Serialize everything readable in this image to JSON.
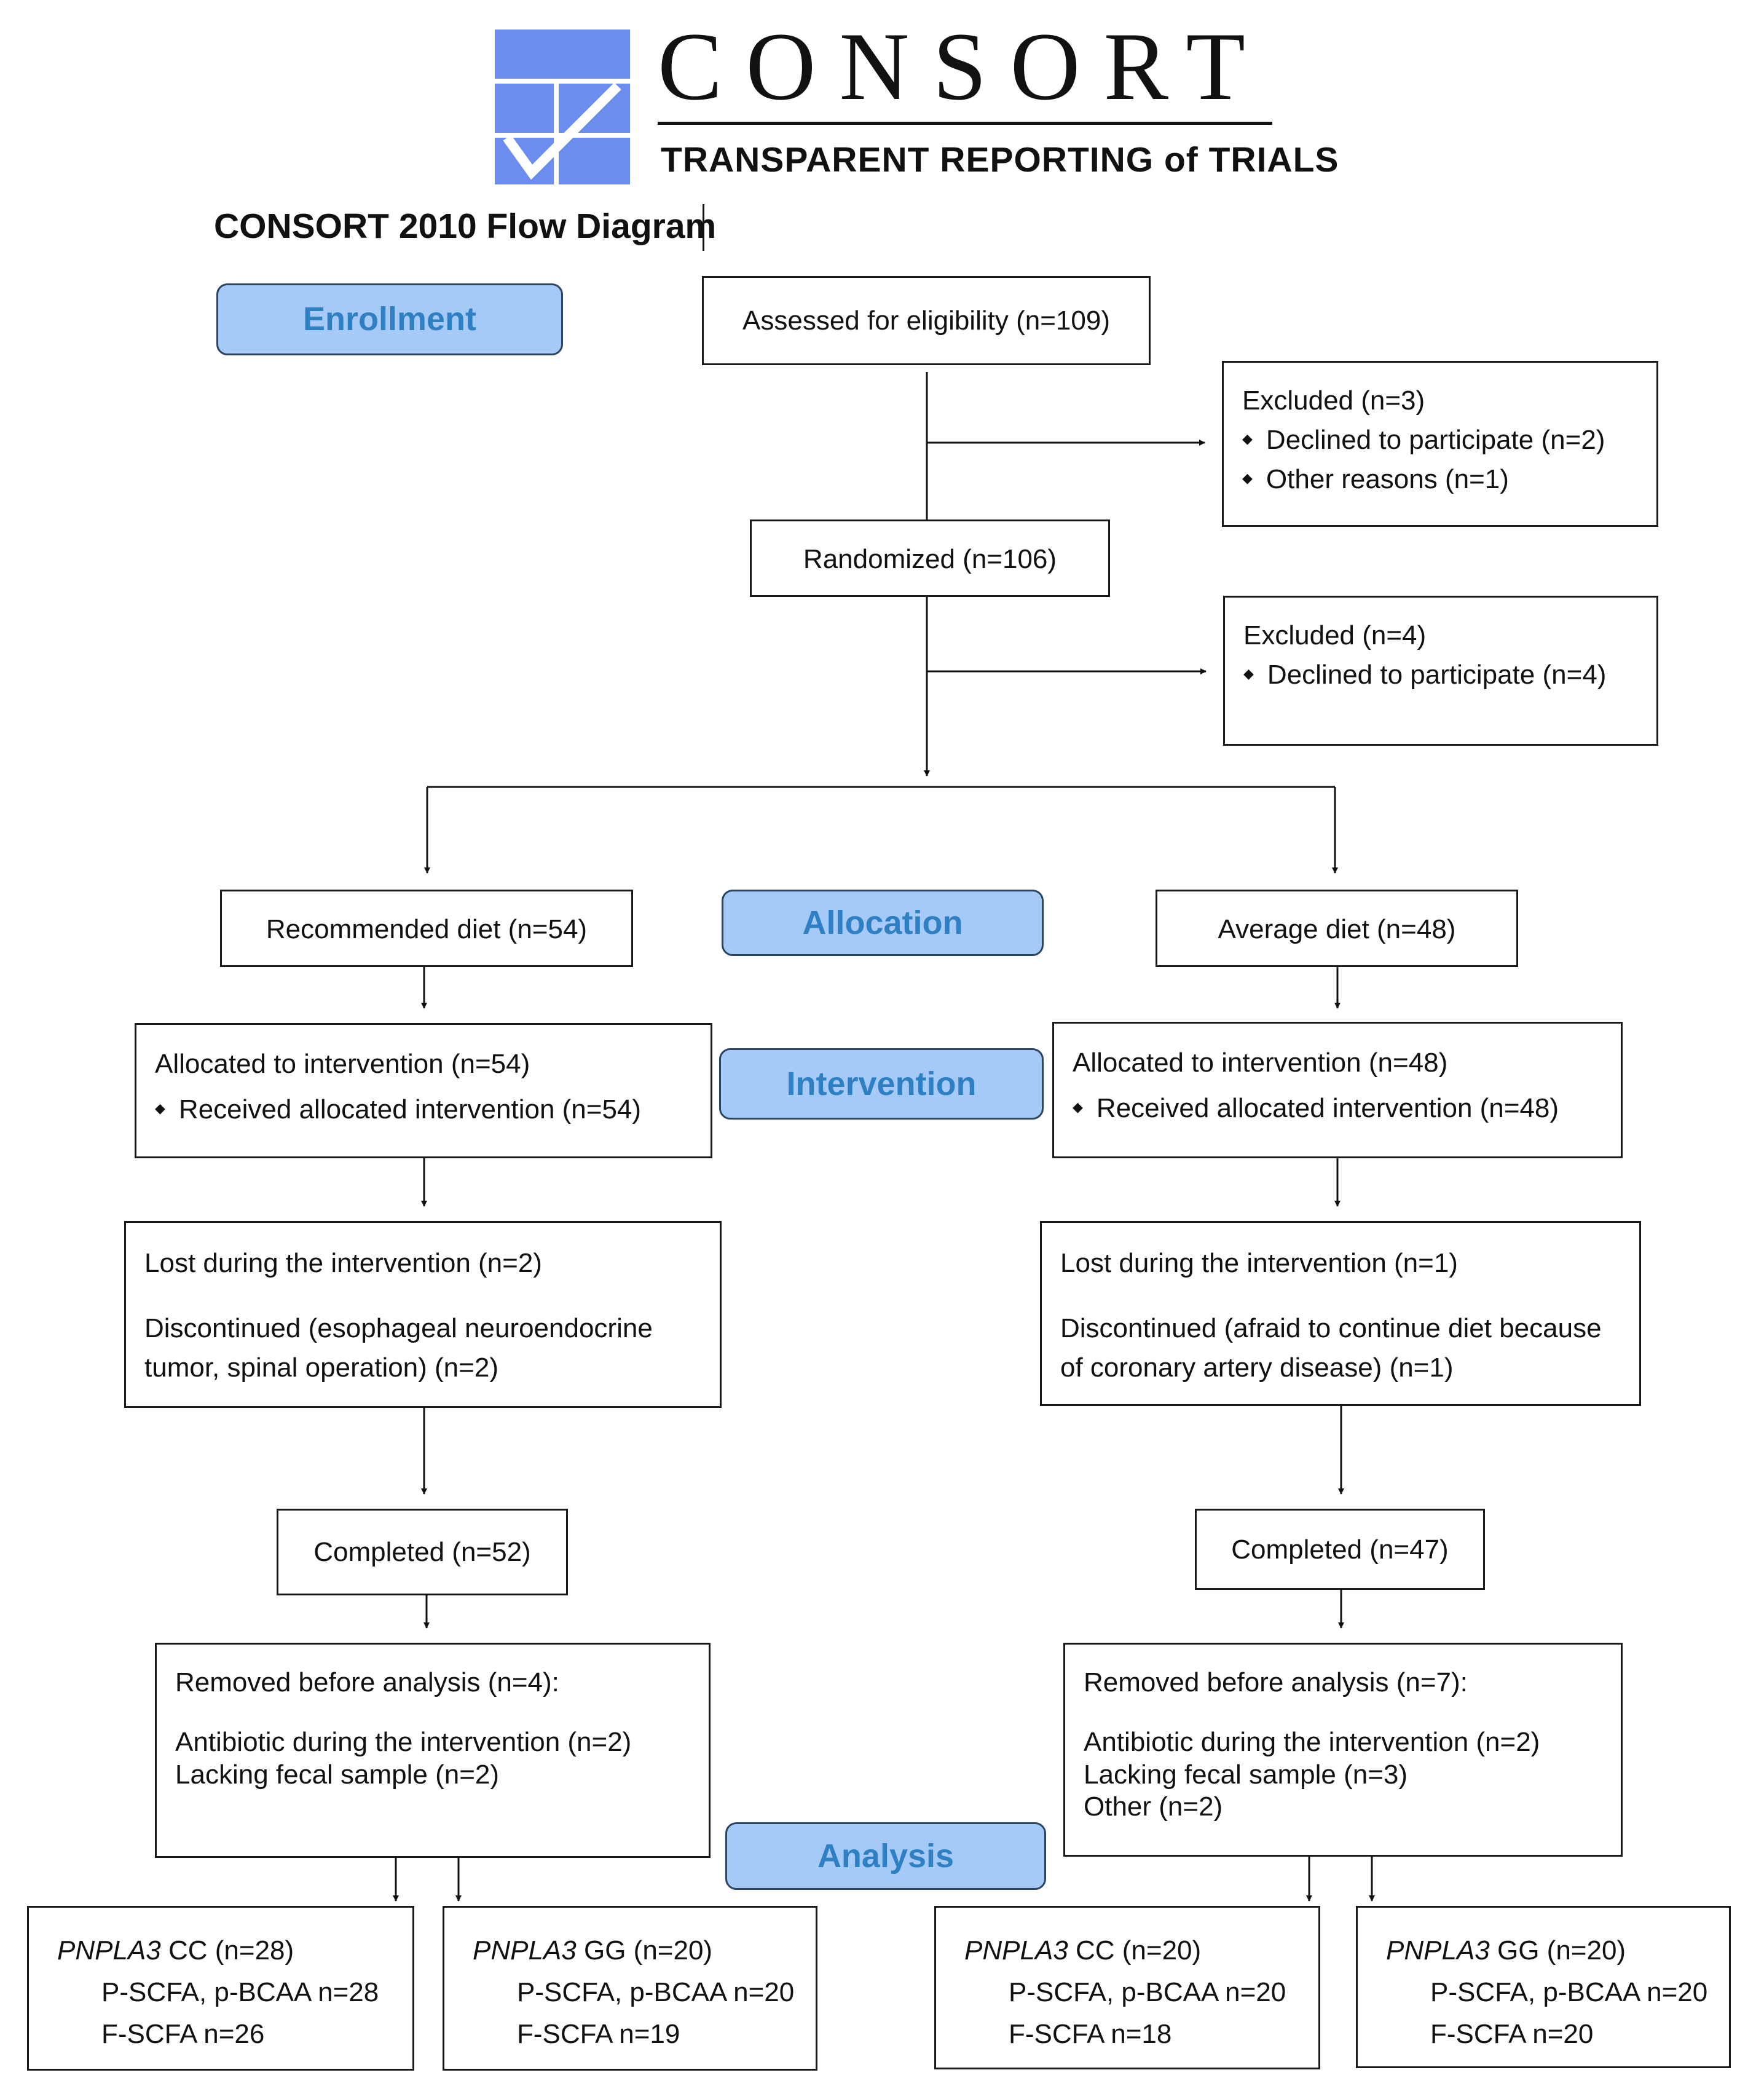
{
  "header": {
    "logo_word": "CONSORT",
    "logo_tagline": "TRANSPARENT REPORTING of TRIALS",
    "diagram_title": "CONSORT 2010 Flow Diagram",
    "logo_color": "#6d8cf0"
  },
  "stages": {
    "enrollment": "Enrollment",
    "allocation": "Allocation",
    "intervention": "Intervention",
    "analysis": "Analysis"
  },
  "enrollment": {
    "assessed": "Assessed for eligibility (n=109)",
    "excluded1": {
      "title": "Excluded (n=3)",
      "items": [
        "Declined to participate (n=2)",
        "Other reasons (n=1)"
      ]
    },
    "randomized": "Randomized (n=106)",
    "excluded2": {
      "title": "Excluded (n=4)",
      "items": [
        "Declined to participate (n=4)"
      ]
    }
  },
  "left": {
    "group": "Recommended diet (n=54)",
    "allocated": "Allocated to intervention (n=54)",
    "received": "Received allocated intervention (n=54)",
    "lost": "Lost during the intervention (n=2)",
    "discontinued": "Discontinued (esophageal neuroendocrine tumor, spinal operation) (n=2)",
    "completed": "Completed (n=52)",
    "removed": "Removed before analysis (n=4):",
    "removed_items": [
      "Antibiotic during the intervention (n=2)",
      "Lacking fecal sample (n=2)"
    ],
    "cc": {
      "gene": "PNPLA3",
      "label": " CC (n=28)",
      "line1": "P-SCFA, p-BCAA n=28",
      "line2": "F-SCFA n=26"
    },
    "gg": {
      "gene": "PNPLA3",
      "label": " GG (n=20)",
      "line1": "P-SCFA, p-BCAA n=20",
      "line2": "F-SCFA n=19"
    }
  },
  "right": {
    "group": "Average diet (n=48)",
    "allocated": "Allocated to intervention (n=48)",
    "received": "Received allocated intervention (n=48)",
    "lost": "Lost during the intervention (n=1)",
    "discontinued": "Discontinued (afraid to continue diet because of coronary artery disease) (n=1)",
    "completed": "Completed (n=47)",
    "removed": "Removed before analysis (n=7):",
    "removed_items": [
      "Antibiotic during the intervention (n=2)",
      "Lacking fecal sample (n=3)",
      "Other (n=2)"
    ],
    "cc": {
      "gene": "PNPLA3",
      "label": " CC (n=20)",
      "line1": "P-SCFA, p-BCAA n=20",
      "line2": "F-SCFA n=18"
    },
    "gg": {
      "gene": "PNPLA3",
      "label": " GG (n=20)",
      "line1": "P-SCFA, p-BCAA n=20",
      "line2": "F-SCFA n=20"
    }
  }
}
